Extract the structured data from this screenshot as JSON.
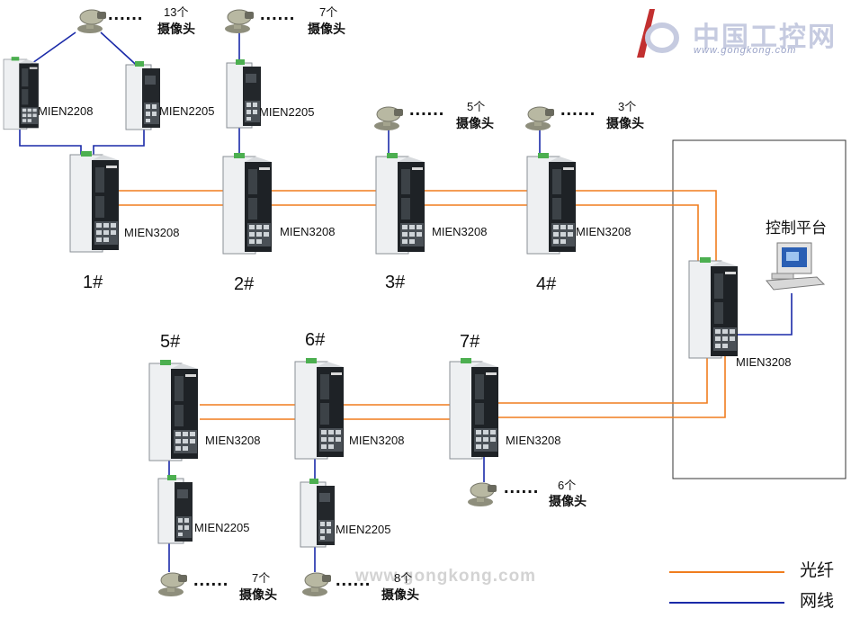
{
  "logo": {
    "name": "中国工控网",
    "url": "www.gongkong.com"
  },
  "watermark": "www.gongkong.com",
  "nodes": [
    {
      "label": "1#",
      "switch": "MIEN3208"
    },
    {
      "label": "2#",
      "switch": "MIEN3208"
    },
    {
      "label": "3#",
      "switch": "MIEN3208"
    },
    {
      "label": "4#",
      "switch": "MIEN3208"
    },
    {
      "label": "5#",
      "switch": "MIEN3208"
    },
    {
      "label": "6#",
      "switch": "MIEN3208"
    },
    {
      "label": "7#",
      "switch": "MIEN3208"
    }
  ],
  "edge_switches": [
    "MIEN2208",
    "MIEN2205",
    "MIEN2205",
    "MIEN2205",
    "MIEN2205"
  ],
  "camera_groups": [
    {
      "count": "13个",
      "label": "摄像头"
    },
    {
      "count": "7个",
      "label": "摄像头"
    },
    {
      "count": "5个",
      "label": "摄像头"
    },
    {
      "count": "3个",
      "label": "摄像头"
    },
    {
      "count": "6个",
      "label": "摄像头"
    },
    {
      "count": "7个",
      "label": "摄像头"
    },
    {
      "count": "8个",
      "label": "摄像头"
    }
  ],
  "dots": "......",
  "control": {
    "label": "控制平台",
    "switch": "MIEN3208"
  },
  "legend": [
    {
      "label": "光纤",
      "color": "#f07d1e"
    },
    {
      "label": "网线",
      "color": "#1a2aa8"
    }
  ],
  "colors": {
    "fiber": "#f07d1e",
    "copper": "#1a2aa8"
  }
}
